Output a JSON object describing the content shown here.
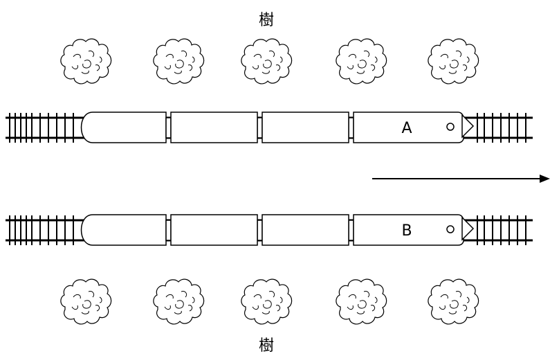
{
  "labels": {
    "top_trees": "樹",
    "bottom_trees": "樹",
    "train_a": "A",
    "train_b": "B"
  },
  "colors": {
    "stroke": "#000000",
    "background": "#ffffff"
  },
  "icons": {
    "tree": "tree-icon",
    "arrow": "right-arrow-icon"
  }
}
